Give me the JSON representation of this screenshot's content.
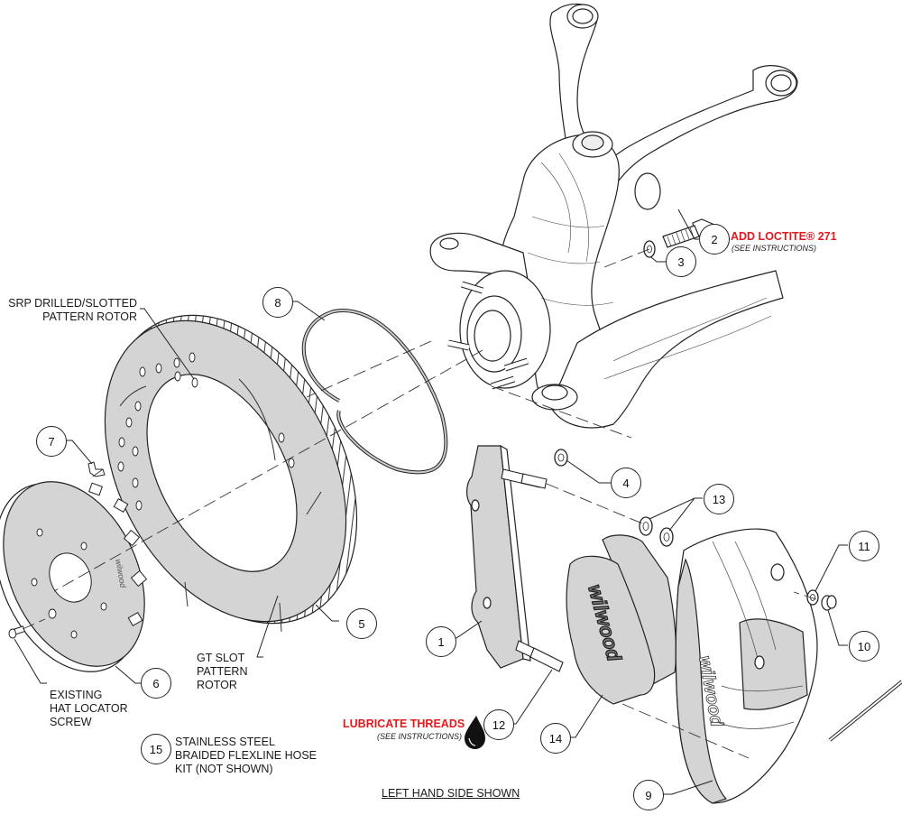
{
  "diagram": {
    "title": "Wilwood front brake kit exploded assembly view",
    "brand_logo_text": "wilwood",
    "colors": {
      "line": "#222222",
      "part_fill": "#d4d4d4",
      "warning_red": "#e3191b",
      "background": "#ffffff"
    },
    "callouts": [
      {
        "number": "1",
        "part": "caliper-mounting-bracket"
      },
      {
        "number": "2",
        "part": "mounting-bolt"
      },
      {
        "number": "3",
        "part": "bolt-washer"
      },
      {
        "number": "4",
        "part": "bracket-washer"
      },
      {
        "number": "5",
        "part": "rotor"
      },
      {
        "number": "6",
        "part": "rotor-hat"
      },
      {
        "number": "7",
        "part": "rotor-hardware-clip"
      },
      {
        "number": "8",
        "part": "retaining-ring"
      },
      {
        "number": "9",
        "part": "caliper"
      },
      {
        "number": "10",
        "part": "caliper-nut"
      },
      {
        "number": "11",
        "part": "caliper-washer"
      },
      {
        "number": "12",
        "part": "bracket-stud"
      },
      {
        "number": "13",
        "part": "shim-washers"
      },
      {
        "number": "14",
        "part": "brake-pads"
      },
      {
        "number": "15",
        "part": "flexline-hose-kit"
      }
    ],
    "labels": {
      "srp_rotor": "SRP DRILLED/SLOTTED\nPATTERN ROTOR",
      "gt_rotor": "GT SLOT\nPATTERN\nROTOR",
      "hat_screw": "EXISTING\nHAT LOCATOR\nSCREW",
      "hose_kit": "STAINLESS STEEL\nBRAIDED FLEXLINE HOSE\nKIT (NOT SHOWN)",
      "side_shown": "LEFT HAND SIDE SHOWN"
    },
    "notes": {
      "loctite_title": "ADD LOCTITE® 271",
      "loctite_sub": "(SEE INSTRUCTIONS)",
      "lube_title": "LUBRICATE THREADS",
      "lube_sub": "(SEE INSTRUCTIONS)"
    },
    "icons": {
      "lube_drop": "oil-drop-icon"
    }
  }
}
